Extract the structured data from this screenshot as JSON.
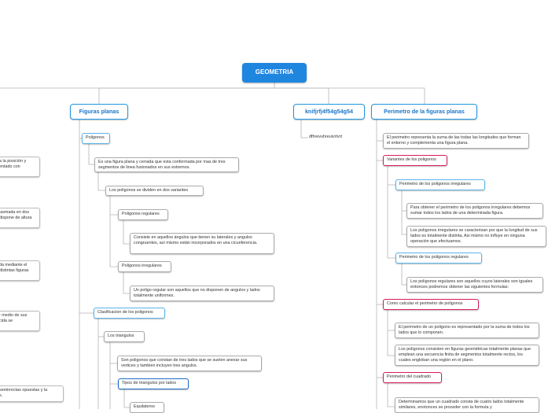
{
  "root": "GEOMETRIA",
  "main": {
    "figuras": "Figuras planas",
    "knif": "knifjrfj4f54g54g54",
    "perimetro": "Perimetro de la figuras planas"
  },
  "knif_child": "dfhrevuhreuivrtvrt",
  "left_cut": [
    "a la posición y\nentado con",
    "lasmada en dos\ndispone de altura",
    "da mediante el\ndistintas figuras",
    "r medio de sus\ncida se",
    "semirrectas opuestas y la\ns."
  ],
  "figuras": {
    "poligonos": "Poligonos",
    "def": "Es una figura plana y cerrada que esta conformada por mas de tres segmentos de linea fusionados en sus extremos.",
    "variantes": "Los poligonos se dividen en dos variantes",
    "regulares": "Poligonos regulares",
    "regulares_desc": "Consiste en aquellos ángulos que tienen su laterales y angulos congruentes, así mismo están incorporados en una cicunferencia.",
    "irregulares": "Poligonos irregulares",
    "irregulares_desc": "Un poligo regular son aquellos que no disponen de angulos y lados totalmente uniformes.",
    "clasificacion": "Clasificacion de los poligonos",
    "triangulos": "Los triangulos",
    "triangulos_desc": "Son poligonos que constan de tres lados que se suelen anexar sus vertices y tambien incluyen tres angulos.",
    "tipos": "Tipos de triangulos por lados",
    "equilateros": "Equilateros"
  },
  "perimetro": {
    "intro": "El perimetro representa la suma de las todas las longitudes que forman el entorno y complementa una figura plana.",
    "variantes": "Variantes de los poligonos",
    "irregulares": "Perimetro de los poligonos irregulares",
    "irr_desc1": "Para obtener el perimetro de los poligonos irregulares debemos sumar todos los lados de una determinada figura.",
    "irr_desc2": "Los poligonos irregulares se caracterizan por que la longitud de sus lados es totalmente distinta, Asi mismo no influye en ninguna operación que efectuamos.",
    "regulares": "Perimetro de los poligonos regulares",
    "reg_desc": "Los poligonos regulares son aquellos cuyos laterales son iguales entonces podremos obtener las siguientes formulas:",
    "calcular": "Como calcular el perimetro de poligonos",
    "calc_desc1": "El perimetro de un poligono es representado por la suma de todos los lados que lo componen.",
    "calc_desc2": "Los poligonos consisten en figuras geométricas totalmente planas que emplean una secuencia finita de segmentos totalmente rectos, los cuales engloban una región en el plano.",
    "cuadrado": "Perimetro del cuadrado",
    "cuad_desc": "Determinamos que un cuadrado consta de cuatro lados totalmente similares, enotonces se proceder con la formula y"
  }
}
